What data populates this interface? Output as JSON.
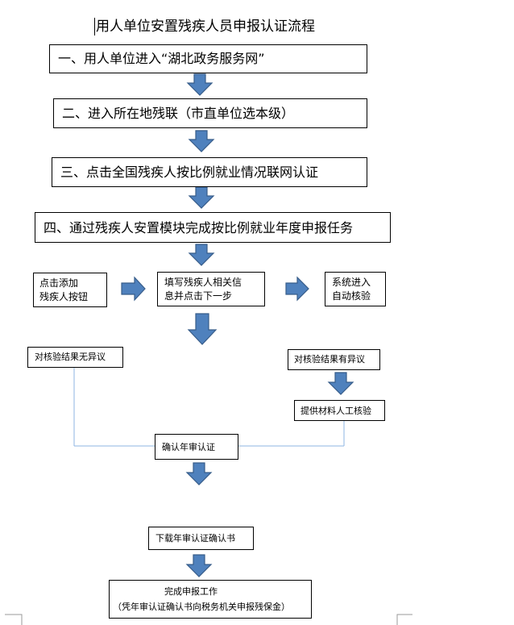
{
  "title": "用人单位安置残疾人员申报认证流程",
  "steps": {
    "s1": "一、用人单位进入“湖北政务服务网”",
    "s2": "二、进入所在地残联（市直单位选本级）",
    "s3": "三、点击全国残疾人按比例就业情况联网认证",
    "s4": "四、通过残疾人安置模块完成按比例就业年度申报任务"
  },
  "substeps": {
    "add_line1": "点击添加",
    "add_line2": "残疾人按钮",
    "fill_line1": "填写残疾人相关信",
    "fill_line2": "息并点击下一步",
    "auto_line1": "系统进入",
    "auto_line2": "自动核验"
  },
  "branches": {
    "no_objection": "对核验结果无异议",
    "objection": "对核验结果有异议",
    "manual": "提供材料人工核验",
    "confirm": "确认年审认证",
    "download": "下载年审认证确认书",
    "complete_line1": "完成申报工作",
    "complete_line2": "（凭年审认证确认书向税务机关申报残保金）"
  },
  "colors": {
    "arrow_fill": "#4f81bd",
    "arrow_stroke": "#385d8a",
    "connector": "#8eb4e3",
    "border": "#000000"
  }
}
